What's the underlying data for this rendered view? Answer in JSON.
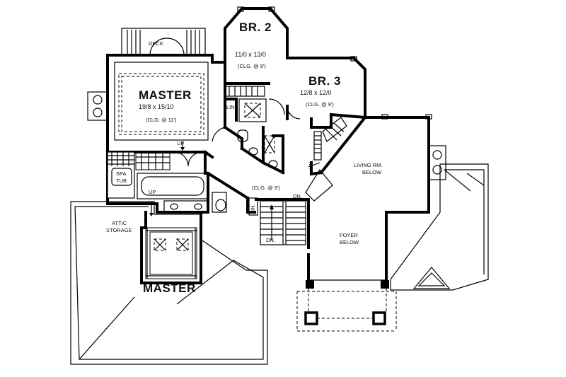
{
  "rooms": {
    "deck": {
      "label": "DECK"
    },
    "master": {
      "name": "MASTER",
      "dims": "19/8  x  15/10",
      "ceiling": "(CLG. @ 11')"
    },
    "br2": {
      "name": "BR. 2",
      "dims": "11/0  x  13/0",
      "ceiling": "(CLG. @ 9')"
    },
    "br3": {
      "name": "BR. 3",
      "dims": "12/8  x  12/0",
      "ceiling": "(CLG. @ 9')"
    },
    "hall": {
      "ceiling": "(CLG. @ 9')"
    },
    "spa": {
      "line1": "SPA",
      "line2": "TUB"
    },
    "attic": {
      "line1": "ATTIC",
      "line2": "STORAGE"
    },
    "living": {
      "line1": "LIVING RM.",
      "line2": "BELOW"
    },
    "foyer": {
      "line1": "FOYER",
      "line2": "BELOW"
    }
  },
  "labels": {
    "lin_br2": "LIN.",
    "lin_br3": "LIN.",
    "lin_hall": "LIN.",
    "up_closet": "UP",
    "up_bath": "UP",
    "dn_stair": "DN.",
    "dn_lower": "DN."
  },
  "colors": {
    "ink": "#000000",
    "paper": "#ffffff"
  }
}
